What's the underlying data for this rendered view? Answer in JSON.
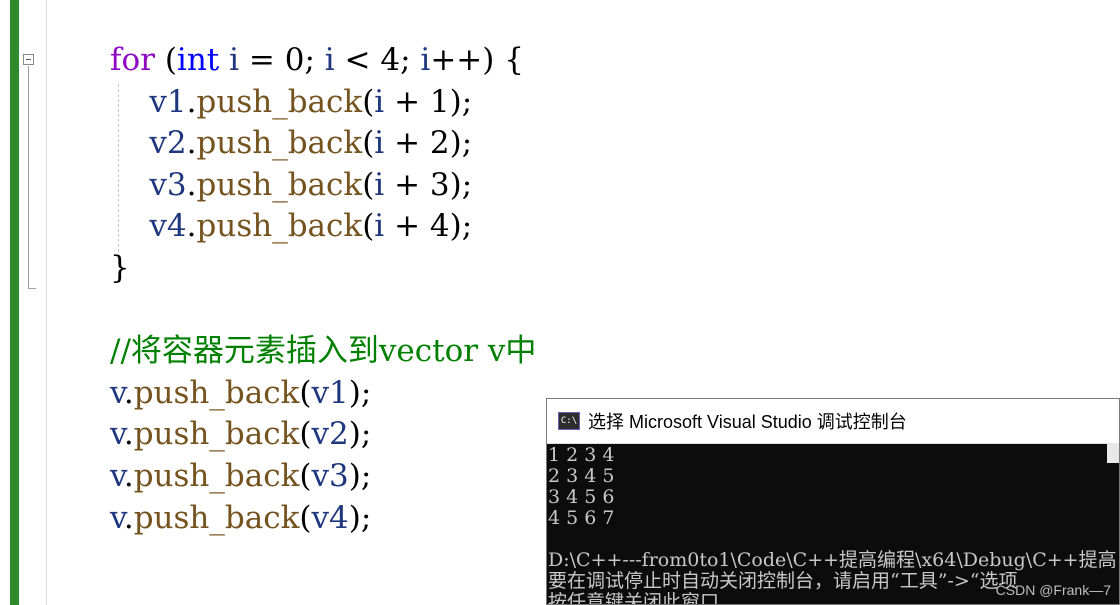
{
  "editor": {
    "lines": [
      [
        {
          "t": "for",
          "c": "kw"
        },
        {
          "t": " (",
          "c": "plain"
        },
        {
          "t": "int",
          "c": "type"
        },
        {
          "t": " ",
          "c": "plain"
        },
        {
          "t": "i",
          "c": "var"
        },
        {
          "t": " = 0; ",
          "c": "plain"
        },
        {
          "t": "i",
          "c": "var"
        },
        {
          "t": " < 4; ",
          "c": "plain"
        },
        {
          "t": "i",
          "c": "var"
        },
        {
          "t": "++) {",
          "c": "plain"
        }
      ],
      [
        {
          "t": "    ",
          "c": "plain"
        },
        {
          "t": "v1",
          "c": "var"
        },
        {
          "t": ".",
          "c": "plain"
        },
        {
          "t": "push_back",
          "c": "fn"
        },
        {
          "t": "(",
          "c": "plain"
        },
        {
          "t": "i",
          "c": "var"
        },
        {
          "t": " + 1);",
          "c": "plain"
        }
      ],
      [
        {
          "t": "    ",
          "c": "plain"
        },
        {
          "t": "v2",
          "c": "var"
        },
        {
          "t": ".",
          "c": "plain"
        },
        {
          "t": "push_back",
          "c": "fn"
        },
        {
          "t": "(",
          "c": "plain"
        },
        {
          "t": "i",
          "c": "var"
        },
        {
          "t": " + 2);",
          "c": "plain"
        }
      ],
      [
        {
          "t": "    ",
          "c": "plain"
        },
        {
          "t": "v3",
          "c": "var"
        },
        {
          "t": ".",
          "c": "plain"
        },
        {
          "t": "push_back",
          "c": "fn"
        },
        {
          "t": "(",
          "c": "plain"
        },
        {
          "t": "i",
          "c": "var"
        },
        {
          "t": " + 3);",
          "c": "plain"
        }
      ],
      [
        {
          "t": "    ",
          "c": "plain"
        },
        {
          "t": "v4",
          "c": "var"
        },
        {
          "t": ".",
          "c": "plain"
        },
        {
          "t": "push_back",
          "c": "fn"
        },
        {
          "t": "(",
          "c": "plain"
        },
        {
          "t": "i",
          "c": "var"
        },
        {
          "t": " + 4);",
          "c": "plain"
        }
      ],
      [
        {
          "t": "}",
          "c": "plain"
        }
      ],
      [
        {
          "t": "",
          "c": "plain"
        }
      ],
      [
        {
          "t": "//将容器元素插入到vector v中",
          "c": "comment"
        }
      ],
      [
        {
          "t": "v",
          "c": "var"
        },
        {
          "t": ".",
          "c": "plain"
        },
        {
          "t": "push_back",
          "c": "fn"
        },
        {
          "t": "(",
          "c": "plain"
        },
        {
          "t": "v1",
          "c": "var"
        },
        {
          "t": ");",
          "c": "plain"
        }
      ],
      [
        {
          "t": "v",
          "c": "var"
        },
        {
          "t": ".",
          "c": "plain"
        },
        {
          "t": "push_back",
          "c": "fn"
        },
        {
          "t": "(",
          "c": "plain"
        },
        {
          "t": "v2",
          "c": "var"
        },
        {
          "t": ");",
          "c": "plain"
        }
      ],
      [
        {
          "t": "v",
          "c": "var"
        },
        {
          "t": ".",
          "c": "plain"
        },
        {
          "t": "push_back",
          "c": "fn"
        },
        {
          "t": "(",
          "c": "plain"
        },
        {
          "t": "v3",
          "c": "var"
        },
        {
          "t": ");",
          "c": "plain"
        }
      ],
      [
        {
          "t": "v",
          "c": "var"
        },
        {
          "t": ".",
          "c": "plain"
        },
        {
          "t": "push_back",
          "c": "fn"
        },
        {
          "t": "(",
          "c": "plain"
        },
        {
          "t": "v4",
          "c": "var"
        },
        {
          "t": ");",
          "c": "plain"
        }
      ]
    ]
  },
  "console": {
    "title": "选择 Microsoft Visual Studio 调试控制台",
    "icon_label": "C:\\",
    "output": [
      "1 2 3 4",
      "2 3 4 5",
      "3 4 5 6",
      "4 5 6 7",
      "",
      "D:\\C++---from0to1\\Code\\C++提高编程\\x64\\Debug\\C++提高",
      "要在调试停止时自动关闭控制台，请启用“工具”->“选项",
      "按任意键关闭此窗口"
    ]
  },
  "watermark": "CSDN @Frank—7"
}
